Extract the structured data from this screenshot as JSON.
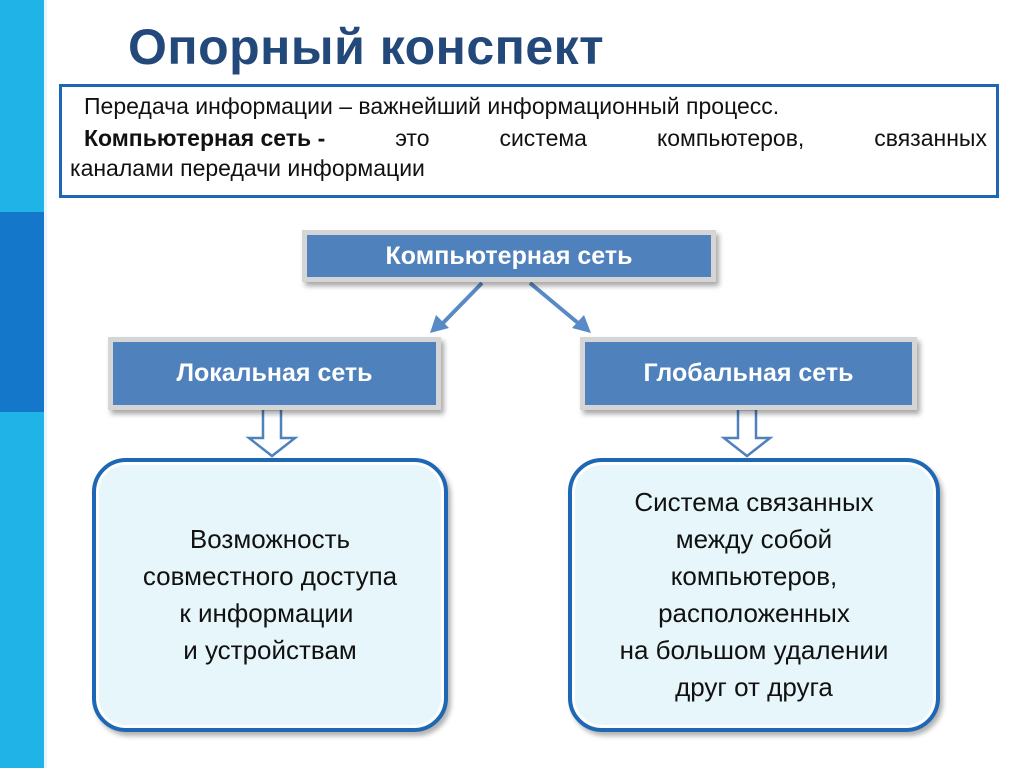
{
  "slide": {
    "title": "Опорный конспект",
    "definition": {
      "line1": "Передача информации – важнейший информационный процесс.",
      "term": "Компьютерная сеть -",
      "line2_rest": [
        "это",
        "система",
        "компьютеров,",
        "связанных"
      ],
      "line3": "каналами передачи информации"
    },
    "diagram": {
      "root": "Компьютерная сеть",
      "local": "Локальная сеть",
      "global": "Глобальная сеть",
      "local_desc": [
        "Возможность",
        "совместного доступа",
        "к информации ",
        "и устройствам"
      ],
      "global_desc": [
        "Система связанных",
        "между собой",
        "компьютеров,",
        "расположенных",
        "на большом удалении",
        "друг от друга"
      ]
    }
  },
  "colors": {
    "title": "#23497a",
    "node_fill": "#4f81bd",
    "border_blue": "#1d67b4",
    "desc_fill": "#e6f6fa",
    "stripe_light": "#1fb3e8",
    "stripe_dark": "#1477c9"
  }
}
